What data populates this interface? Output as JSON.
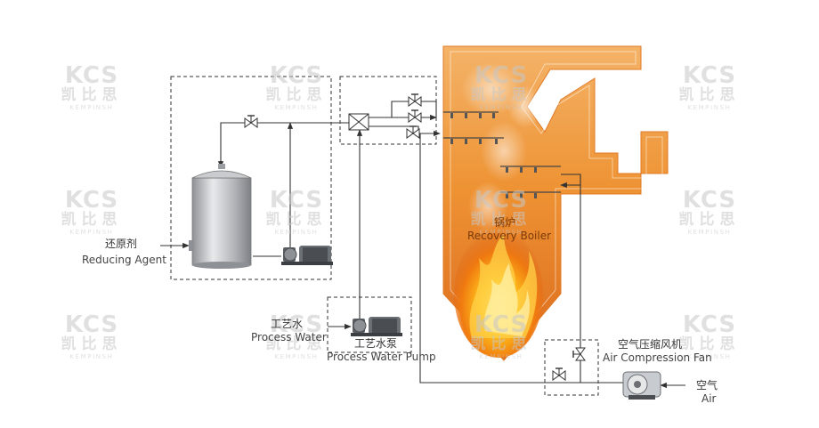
{
  "colors": {
    "line": "#333333",
    "dashed": "#333333",
    "boiler_top": "#f3a95a",
    "boiler_mid": "#ec8a2c",
    "boiler_bottom": "#d9621a",
    "fire": "#ffb020",
    "tank": "#b9bcc0",
    "watermark": "#c8c8c8"
  },
  "watermark": {
    "logo": "KCS",
    "cn": "凯比思",
    "en": "KEMPINSH"
  },
  "labels": {
    "reducing_agent_cn": "还原剂",
    "reducing_agent_en": "Reducing Agent",
    "process_water_cn": "工艺水",
    "process_water_en": "Process Water",
    "process_water_pump_cn": "工艺水泵",
    "process_water_pump_en": "Process Water Pump",
    "boiler_cn": "锅炉",
    "boiler_en": "Recovery Boiler",
    "air_compression_fan_cn": "空气压缩风机",
    "air_compression_fan_en": "Air Compression Fan",
    "air_cn": "空气",
    "air_en": "Air"
  }
}
